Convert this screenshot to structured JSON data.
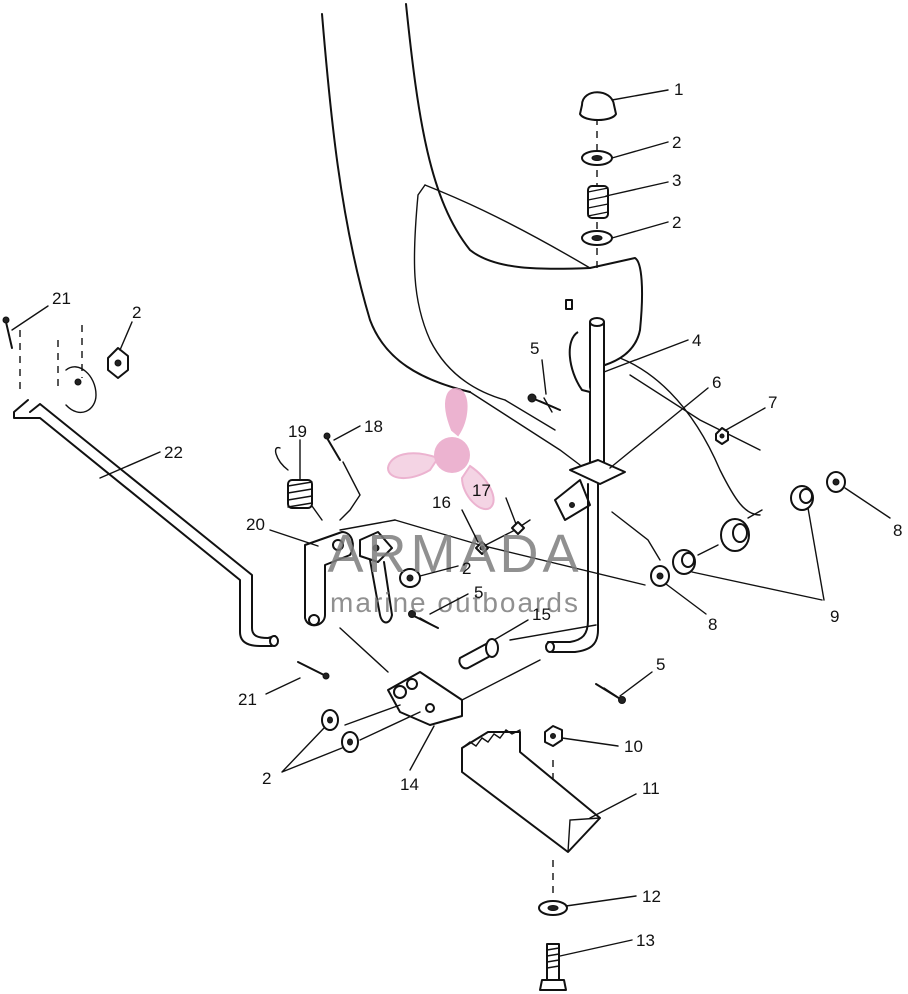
{
  "watermark": {
    "brand": "ARMADA",
    "tagline": "marine outboards",
    "logo_color": "#e9a6c8",
    "text_color": "#7d7d7d",
    "icon": "propeller-logo"
  },
  "callouts": [
    {
      "id": "c1",
      "label": "1"
    },
    {
      "id": "c2a",
      "label": "2"
    },
    {
      "id": "c3",
      "label": "3"
    },
    {
      "id": "c2b",
      "label": "2"
    },
    {
      "id": "c4",
      "label": "4"
    },
    {
      "id": "c5a",
      "label": "5"
    },
    {
      "id": "c6",
      "label": "6"
    },
    {
      "id": "c7",
      "label": "7"
    },
    {
      "id": "c8a",
      "label": "8"
    },
    {
      "id": "c9",
      "label": "9"
    },
    {
      "id": "c8b",
      "label": "8"
    },
    {
      "id": "c21a",
      "label": "21"
    },
    {
      "id": "c2c",
      "label": "2"
    },
    {
      "id": "c22",
      "label": "22"
    },
    {
      "id": "c19",
      "label": "19"
    },
    {
      "id": "c18",
      "label": "18"
    },
    {
      "id": "c17",
      "label": "17"
    },
    {
      "id": "c16",
      "label": "16"
    },
    {
      "id": "c20",
      "label": "20"
    },
    {
      "id": "c2d",
      "label": "2"
    },
    {
      "id": "c5b",
      "label": "5"
    },
    {
      "id": "c15",
      "label": "15"
    },
    {
      "id": "c5c",
      "label": "5"
    },
    {
      "id": "c21b",
      "label": "21"
    },
    {
      "id": "c2e",
      "label": "2"
    },
    {
      "id": "c14",
      "label": "14"
    },
    {
      "id": "c10",
      "label": "10"
    },
    {
      "id": "c11",
      "label": "11"
    },
    {
      "id": "c12",
      "label": "12"
    },
    {
      "id": "c13",
      "label": "13"
    }
  ]
}
